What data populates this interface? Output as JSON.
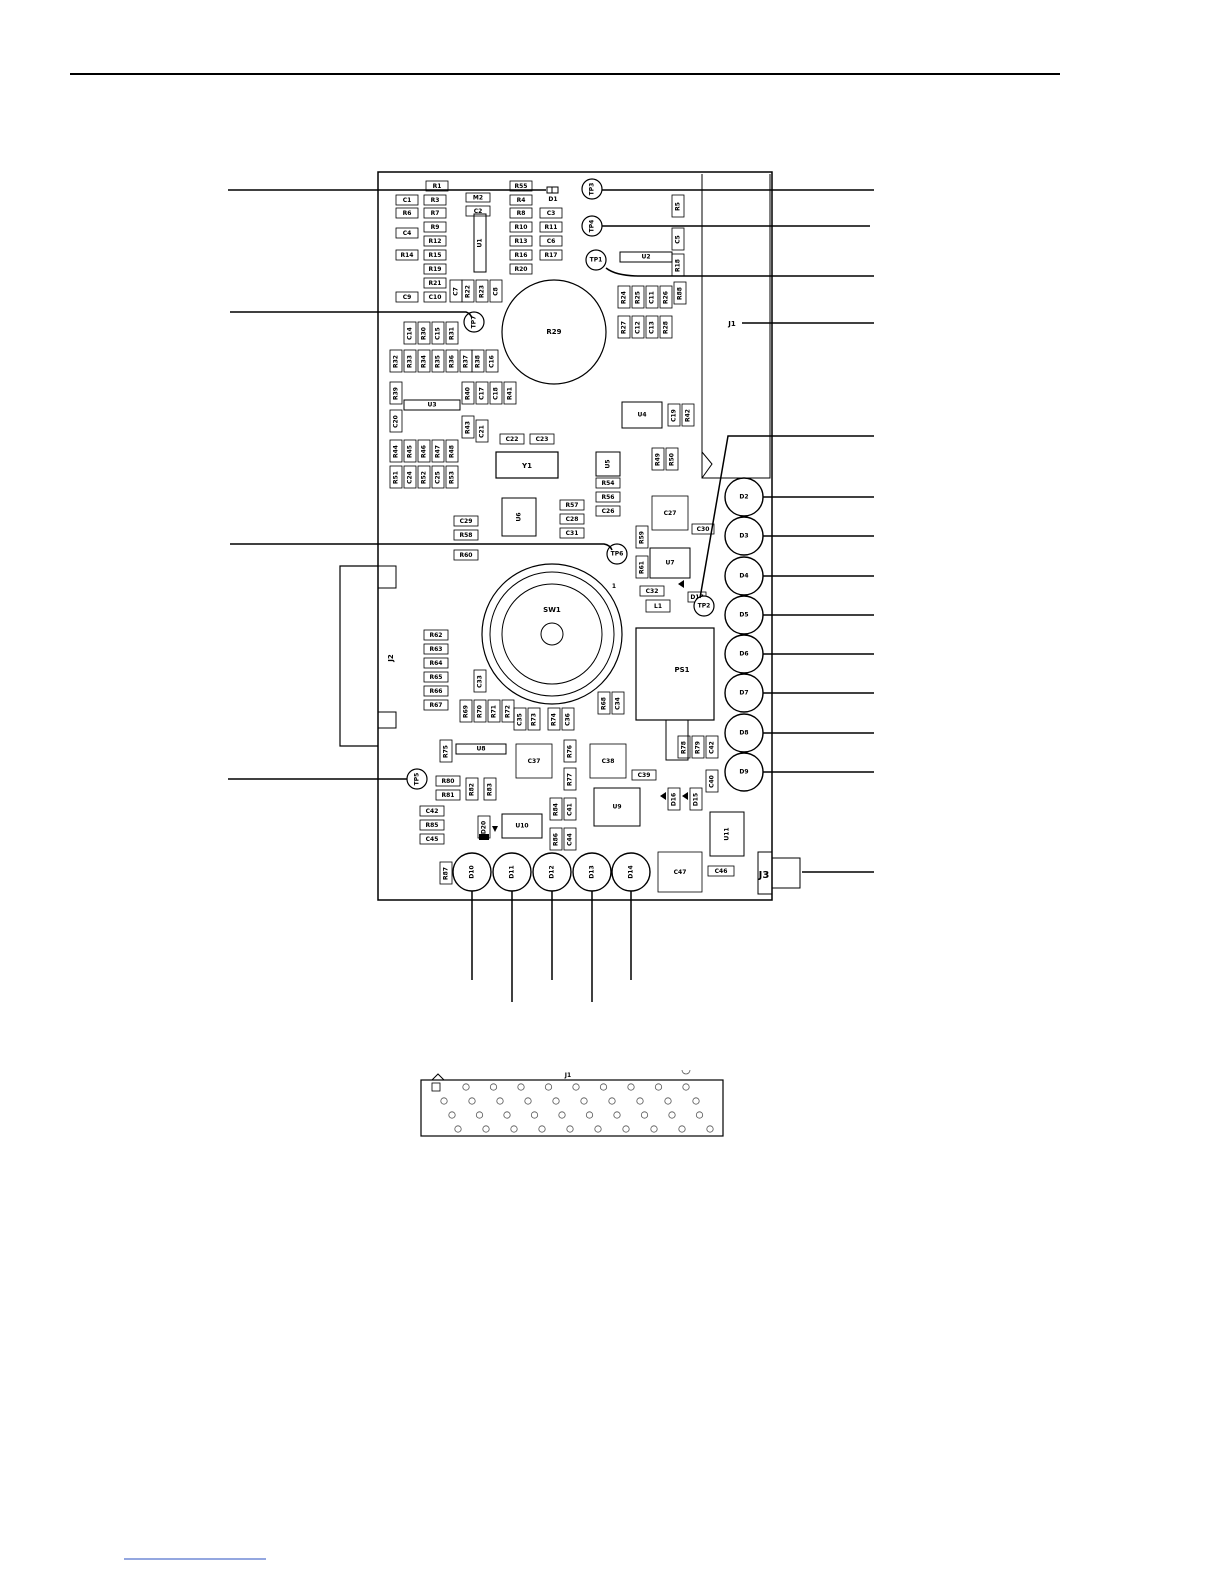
{
  "labels": {
    "tp": [
      "TP1",
      "TP2",
      "TP3",
      "TP4",
      "TP5",
      "TP6",
      "TP7"
    ],
    "leds_right": [
      "D2",
      "D3",
      "D4",
      "D5",
      "D6",
      "D7",
      "D8",
      "D9"
    ],
    "leds_bottom": [
      "D10",
      "D11",
      "D12",
      "D13",
      "D14"
    ],
    "d1": "D1",
    "connector_j1_tag": "J1",
    "connector_j2": "J2",
    "connector_j3": "J3",
    "sw1": "SW1",
    "ps1": "PS1",
    "r29": "R29",
    "y1": "Y1",
    "u": [
      "U1",
      "U2",
      "U3",
      "U4",
      "U5",
      "U6",
      "U7",
      "U8",
      "U9",
      "U10",
      "U11"
    ],
    "small_parts": [
      "R1",
      "R55",
      "M2",
      "C1",
      "R3",
      "R4",
      "R6",
      "R7",
      "C2",
      "R8",
      "C3",
      "C4",
      "R9",
      "R10",
      "R11",
      "R12",
      "R13",
      "C6",
      "R14",
      "R15",
      "R16",
      "R17",
      "R19",
      "R20",
      "R21",
      "C9",
      "C10",
      "R5",
      "C5",
      "R18",
      "R24",
      "R25",
      "C11",
      "R26",
      "R88",
      "R27",
      "C12",
      "C13",
      "R28",
      "C7",
      "R22",
      "R23",
      "C8",
      "C14",
      "R30",
      "C15",
      "R31",
      "R32",
      "R33",
      "R34",
      "R35",
      "R36",
      "R37",
      "R38",
      "C16",
      "R39",
      "R40",
      "C17",
      "C18",
      "R41",
      "C20",
      "R43",
      "C21",
      "C19",
      "R42",
      "C22",
      "C23",
      "R49",
      "R50",
      "R44",
      "R45",
      "R46",
      "R47",
      "R48",
      "R51",
      "C24",
      "R52",
      "C25",
      "R53",
      "R54",
      "R56",
      "C26",
      "R57",
      "C28",
      "C31",
      "C29",
      "R58",
      "R60",
      "C27",
      "C30",
      "R59",
      "R61",
      "C32",
      "L1",
      "D17",
      "R62",
      "R63",
      "R64",
      "R65",
      "R66",
      "R67",
      "C33",
      "R69",
      "R70",
      "R71",
      "R72",
      "C35",
      "R73",
      "R74",
      "C36",
      "R68",
      "C34",
      "R75",
      "C37",
      "R76",
      "R77",
      "C38",
      "C39",
      "R78",
      "R79",
      "C42",
      "C40",
      "R80",
      "R81",
      "R82",
      "R83",
      "C42",
      "R85",
      "C45",
      "D20",
      "R84",
      "C41",
      "R86",
      "C44",
      "D16",
      "D15",
      "R87",
      "C47",
      "C46"
    ],
    "j1_bottom": "J1",
    "pin_one": "1"
  }
}
